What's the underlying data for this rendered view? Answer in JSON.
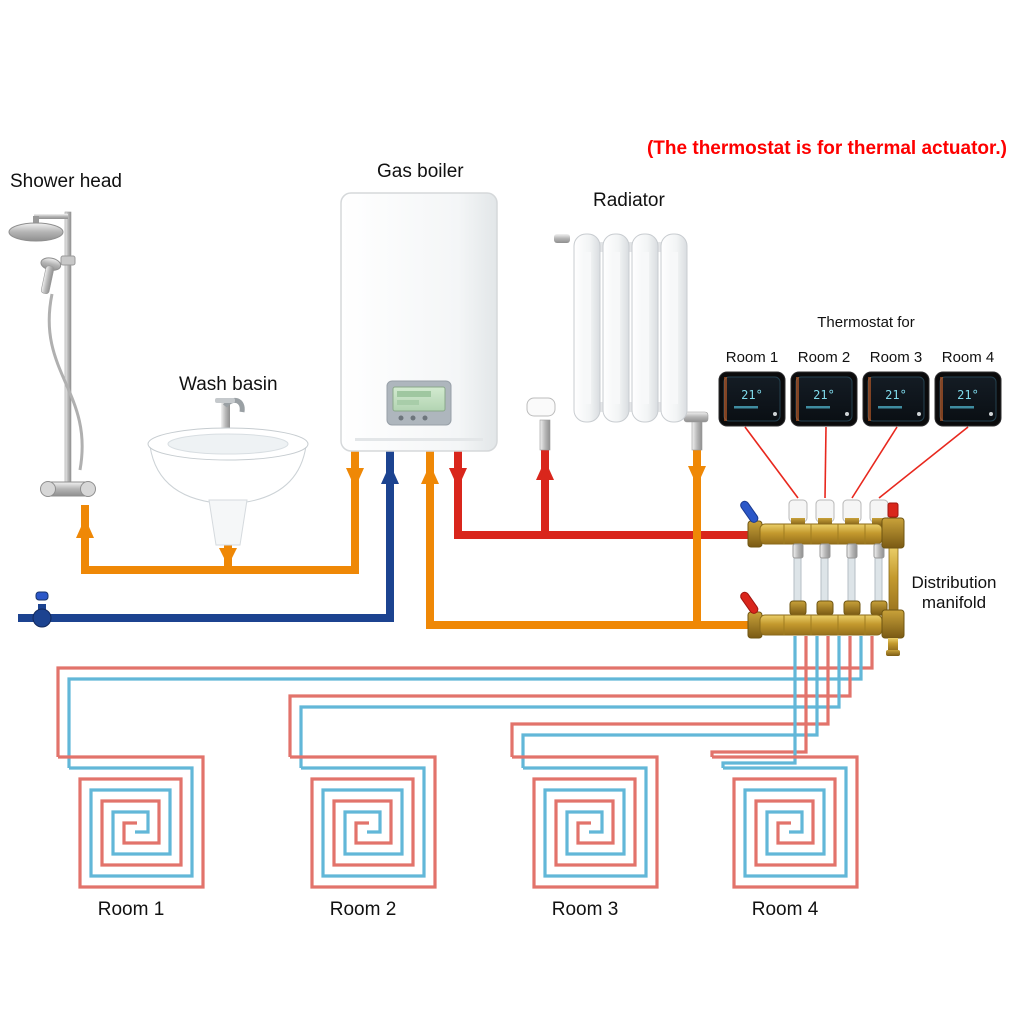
{
  "note": "(The thermostat is for thermal actuator.)",
  "labels": {
    "shower_head": "Shower head",
    "gas_boiler": "Gas boiler",
    "wash_basin": "Wash basin",
    "radiator": "Radiator",
    "thermostat_for": "Thermostat for",
    "distribution_manifold": [
      "Distribution",
      "manifold"
    ]
  },
  "thermostats": [
    {
      "room": "Room 1",
      "reading": "21°"
    },
    {
      "room": "Room 2",
      "reading": "21°"
    },
    {
      "room": "Room 3",
      "reading": "21°"
    },
    {
      "room": "Room 4",
      "reading": "21°"
    }
  ],
  "floor_loops": [
    {
      "room": "Room 1"
    },
    {
      "room": "Room 2"
    },
    {
      "room": "Room 3"
    },
    {
      "room": "Room 4"
    }
  ],
  "colors": {
    "heating_supply": "#d9261c",
    "heating_return": "#ef8806",
    "cold_water": "#1c4390",
    "loop_supply": "#62b7d8",
    "loop_return": "#e2736b",
    "note_red": "#fe0000",
    "brass": "#c49a2e"
  }
}
